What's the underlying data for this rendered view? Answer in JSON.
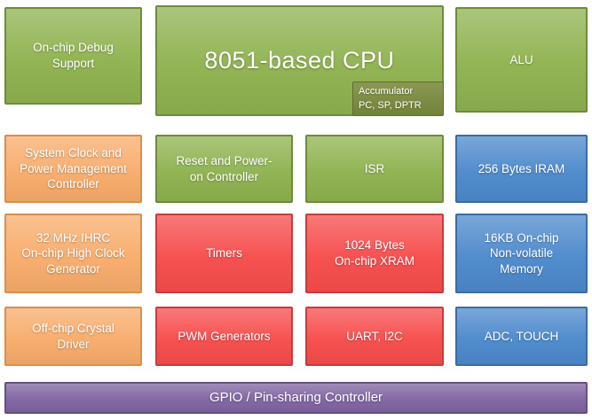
{
  "colors": {
    "green": "#8FB24F",
    "green_border": "#6D8C3A",
    "orange": "#F8AC6B",
    "orange_border": "#DB8E4A",
    "red": "#F74C4C",
    "red_border": "#C93B3B",
    "blue": "#4C89CC",
    "blue_border": "#3A6CA3",
    "purple": "#8064A2",
    "purple_border": "#66507F",
    "olive": "#7A8A3C",
    "olive_border": "#5E6D2C"
  },
  "blocks": {
    "debug": "On-chip Debug\nSupport",
    "cpu": "8051-based CPU",
    "alu": "ALU",
    "accumulator": {
      "line1": "Accumulator",
      "line2": "PC, SP, DPTR"
    },
    "system_clock": "System Clock and\nPower Management\nController",
    "reset": "Reset and Power-\non Controller",
    "isr": "ISR",
    "iram": "256 Bytes IRAM",
    "ihrc": "32 MHz IHRC\nOn-chip High Clock\nGenerator",
    "timers": "Timers",
    "xram": "1024 Bytes\nOn-chip XRAM",
    "nvm": "16KB On-chip\nNon-volatile\nMemory",
    "crystal": "Off-chip Crystal\nDriver",
    "pwm": "PWM Generators",
    "uart": "UART, I2C",
    "adc": "ADC, TOUCH",
    "gpio": "GPIO / Pin-sharing Controller"
  }
}
